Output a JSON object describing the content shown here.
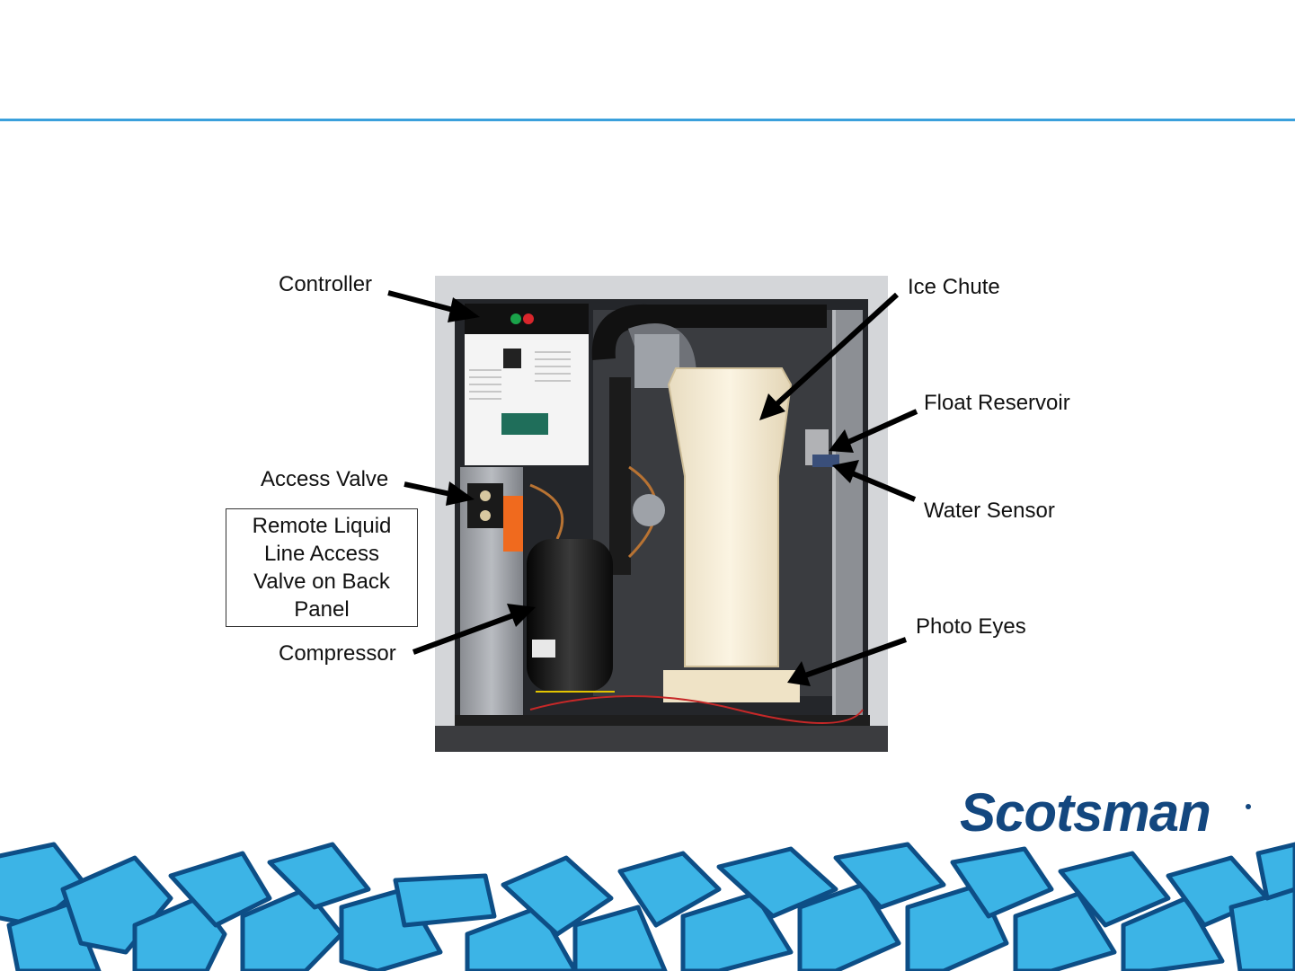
{
  "labels": {
    "controller": "Controller",
    "access_valve": "Access Valve",
    "compressor": "Compressor",
    "ice_chute": "Ice Chute",
    "float_reservoir": "Float Reservoir",
    "water_sensor": "Water Sensor",
    "photo_eyes": "Photo Eyes"
  },
  "note": {
    "lines": [
      "Remote Liquid",
      "Line Access",
      "Valve on Back",
      "Panel"
    ]
  },
  "brand": {
    "name": "Scotsman"
  },
  "colors": {
    "accent_rule": "#3aa0dc",
    "ice_fill": "#3cb4e6",
    "ice_outline": "#0d4e86",
    "brand": "#13477f",
    "notice_label": "#f06a1e"
  },
  "icons": {
    "arrows": "arrow-icon"
  }
}
